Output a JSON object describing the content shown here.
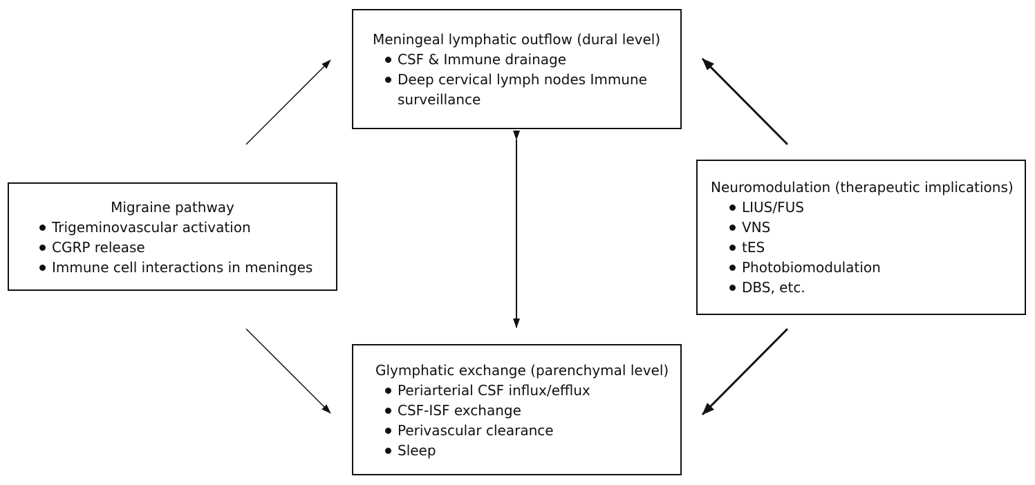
{
  "meningeal": {
    "title": "Meningeal lymphatic outflow (dural level)",
    "items": [
      "CSF & Immune drainage",
      "Deep cervical lymph nodes Immune surveillance"
    ]
  },
  "migraine": {
    "title": "Migraine pathway",
    "items": [
      "Trigeminovascular activation",
      "CGRP release",
      "Immune cell interactions in meninges"
    ]
  },
  "neuromodulation": {
    "title": "Neuromodulation (therapeutic implications)",
    "items": [
      "LIUS/FUS",
      "VNS",
      "tES",
      "Photobiomodulation",
      "DBS, etc."
    ]
  },
  "glymphatic": {
    "title": "Glymphatic exchange (parenchymal level)",
    "items": [
      "Periarterial CSF influx/efflux",
      "CSF-ISF exchange",
      "Perivascular clearance",
      "Sleep"
    ]
  }
}
